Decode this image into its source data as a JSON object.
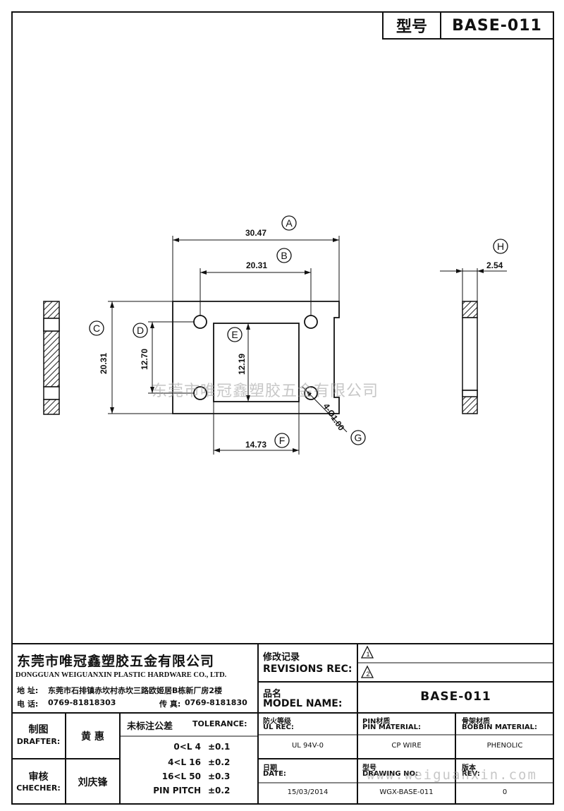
{
  "header": {
    "model_key": "型号",
    "model_value": "BASE-011"
  },
  "dimensions": {
    "A": "30.47",
    "B": "20.31",
    "C": "20.31",
    "D": "12.70",
    "E": "12.19",
    "F": "14.73",
    "G": "4-Ø1.00",
    "H": "2.54"
  },
  "callouts": {
    "A": "A",
    "B": "B",
    "C": "C",
    "D": "D",
    "E": "E",
    "F": "F",
    "G": "G",
    "H": "H"
  },
  "watermark": {
    "company": "东莞市唯冠鑫塑胶五金有限公司",
    "url": "www.weiguanxin.com"
  },
  "company": {
    "name_cn": "东莞市唯冠鑫塑胶五金有限公司",
    "name_en": "DONGGUAN WEIGUANXIN PLASTIC HARDWARE CO., LTD.",
    "address_label": "地  址:",
    "address": "东莞市石排镇赤坎村赤坎三路欧姬居B栋新厂房2楼",
    "phone_label": "电  话:",
    "phone": "0769-81818303",
    "fax_label": "传  真:",
    "fax": "0769-8181830"
  },
  "revisions": {
    "label_cn": "修改记录",
    "label_en": "REVISIONS REC:",
    "rev1": "1",
    "rev2": "2"
  },
  "model": {
    "label_cn": "品名",
    "label_en": "MODEL NAME:",
    "value": "BASE-011"
  },
  "drafter": {
    "label_cn": "制图",
    "label_en": "DRAFTER:",
    "name": "黄  惠"
  },
  "checker": {
    "label_cn": "审核",
    "label_en": "CHECHER:",
    "name": "刘庆锋"
  },
  "tolerance": {
    "label_cn": "未标注公差",
    "label_en": "TOLERANCE:",
    "rows": [
      {
        "range": "0<L  4",
        "value": "±0.1"
      },
      {
        "range": "4<L  16",
        "value": "±0.2"
      },
      {
        "range": "16<L  50",
        "value": "±0.3"
      },
      {
        "range": "PIN PITCH",
        "value": "±0.2"
      }
    ]
  },
  "ul_rec": {
    "label_cn": "防火等级",
    "label_en": "UL REC:",
    "value": "UL 94V-0"
  },
  "pin_material": {
    "label_cn": "PIN材质",
    "label_en": "PIN MATERIAL:",
    "value": "CP WIRE"
  },
  "bobbin_material": {
    "label_cn": "骨架材质",
    "label_en": "BOBBIN MATERIAL:",
    "value": "PHENOLIC"
  },
  "date": {
    "label_cn": "日期",
    "label_en": "DATE:",
    "value": "15/03/2014"
  },
  "drawing_no": {
    "label_cn": "型号",
    "label_en": "DRAWING NO:",
    "value": "WGX-BASE-011"
  },
  "rev": {
    "label_cn": "版本",
    "label_en": "REV:",
    "value": "0"
  }
}
